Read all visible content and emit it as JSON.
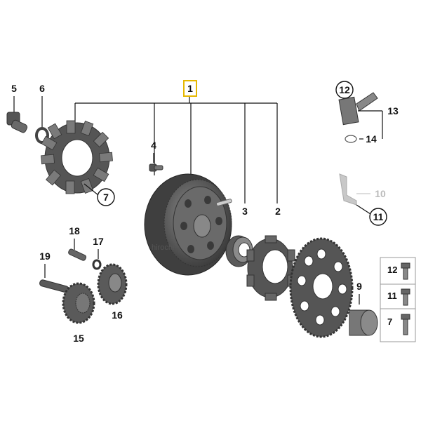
{
  "callouts": {
    "c1": "1",
    "c2": "2",
    "c3": "3",
    "c4": "4",
    "c5": "5",
    "c6": "6",
    "c7": "7",
    "c8": "8",
    "c9": "9",
    "c10": "10",
    "c11": "11",
    "c12": "12",
    "c13": "13",
    "c14": "14",
    "c15": "15",
    "c16": "16",
    "c17": "17",
    "c18": "18",
    "c19": "19"
  },
  "legend": {
    "row1": "12",
    "row2": "11",
    "row3": "7"
  },
  "watermark": "hirochi",
  "colors": {
    "highlight": "#e6b800",
    "part_dark": "#4a4a4a",
    "part_mid": "#6b6b6b",
    "part_light": "#9a9a9a",
    "ghost": "#c8c8c8"
  }
}
